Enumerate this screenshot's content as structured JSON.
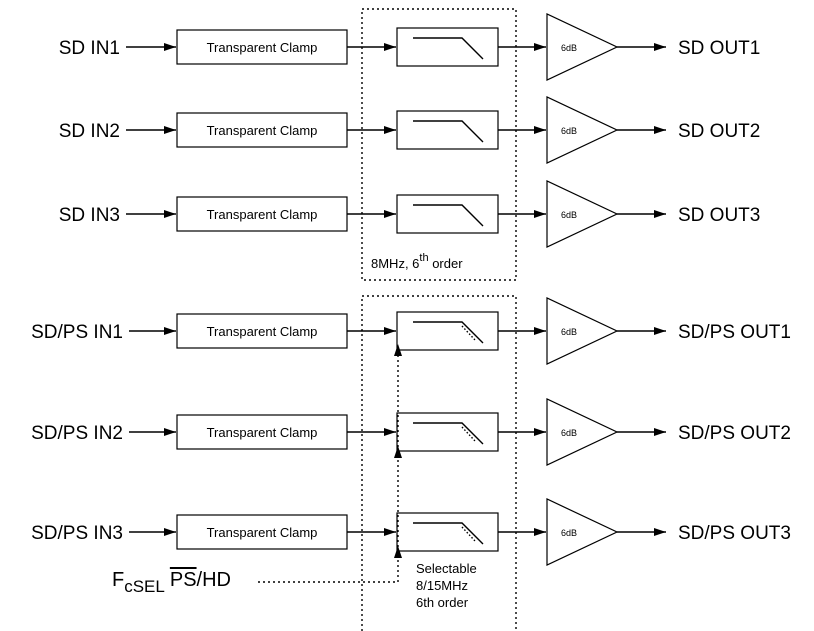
{
  "upper_group": {
    "channels": [
      {
        "input": "SD IN1",
        "clamp": "Transparent Clamp",
        "gain": "6dB",
        "output": "SD OUT1"
      },
      {
        "input": "SD IN2",
        "clamp": "Transparent Clamp",
        "gain": "6dB",
        "output": "SD OUT2"
      },
      {
        "input": "SD IN3",
        "clamp": "Transparent Clamp",
        "gain": "6dB",
        "output": "SD OUT3"
      }
    ],
    "filter_note": {
      "prefix": "8MHz, 6",
      "superscript": "th",
      "suffix": " order"
    }
  },
  "lower_group": {
    "channels": [
      {
        "input": "SD/PS IN1",
        "clamp": "Transparent Clamp",
        "gain": "6dB",
        "output": "SD/PS OUT1"
      },
      {
        "input": "SD/PS IN2",
        "clamp": "Transparent Clamp",
        "gain": "6dB",
        "output": "SD/PS OUT2"
      },
      {
        "input": "SD/PS IN3",
        "clamp": "Transparent Clamp",
        "gain": "6dB",
        "output": "SD/PS OUT3"
      }
    ],
    "filter_note": [
      "Selectable",
      "8/15MHz",
      "6th order"
    ]
  },
  "select_input": {
    "main": "F",
    "subscript": "cSEL",
    "overbar": "PS",
    "suffix": "/HD"
  }
}
